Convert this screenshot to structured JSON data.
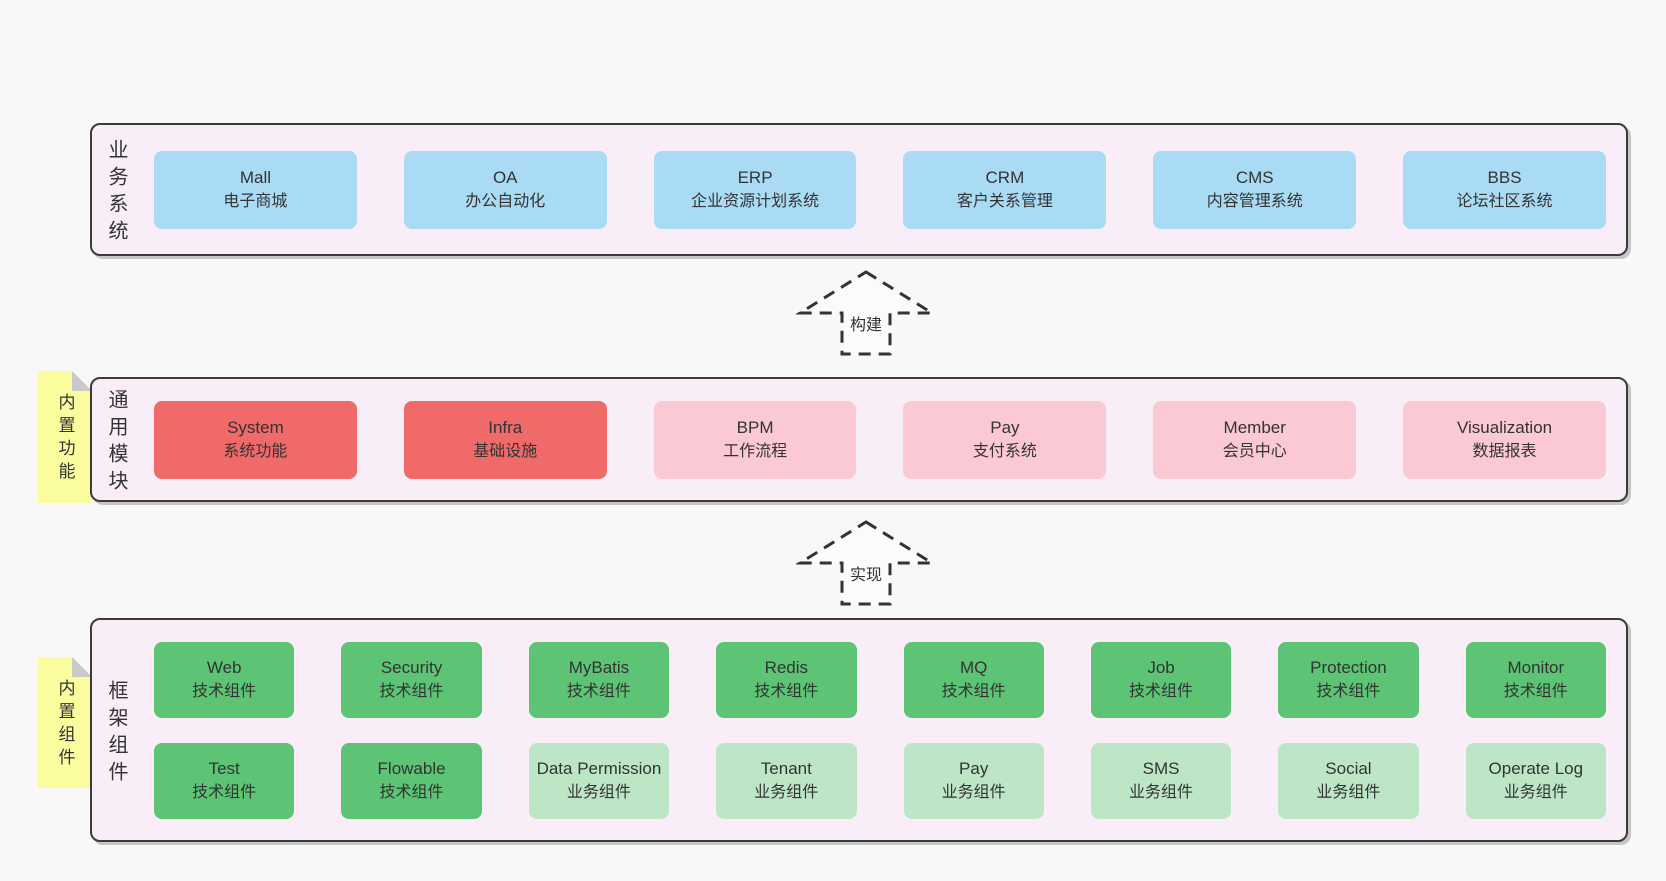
{
  "colors": {
    "page_bg": "#f8f8f8",
    "container_fill": "#f9eef7",
    "container_border": "#3b3b3b",
    "blue": "#a9dbf5",
    "red": "#f06a6a",
    "pink": "#fbc9d3",
    "green_dark": "#5cc474",
    "green_light": "#bce6c6",
    "note_yellow": "#fbfc9e",
    "fold_gray": "#c9c9c9",
    "text": "#333333"
  },
  "arrows": [
    {
      "label": "构建"
    },
    {
      "label": "实现"
    }
  ],
  "layers": [
    {
      "label": "业务系统",
      "boxes": [
        {
          "name": "Mall",
          "desc": "电子商城",
          "type": "blue"
        },
        {
          "name": "OA",
          "desc": "办公自动化",
          "type": "blue"
        },
        {
          "name": "ERP",
          "desc": "企业资源计划系统",
          "type": "blue"
        },
        {
          "name": "CRM",
          "desc": "客户关系管理",
          "type": "blue"
        },
        {
          "name": "CMS",
          "desc": "内容管理系统",
          "type": "blue"
        },
        {
          "name": "BBS",
          "desc": "论坛社区系统",
          "type": "blue"
        }
      ]
    },
    {
      "label": "通用模块",
      "note": "内置功能",
      "boxes": [
        {
          "name": "System",
          "desc": "系统功能",
          "type": "red"
        },
        {
          "name": "Infra",
          "desc": "基础设施",
          "type": "red"
        },
        {
          "name": "BPM",
          "desc": "工作流程",
          "type": "pink"
        },
        {
          "name": "Pay",
          "desc": "支付系统",
          "type": "pink"
        },
        {
          "name": "Member",
          "desc": "会员中心",
          "type": "pink"
        },
        {
          "name": "Visualization",
          "desc": "数据报表",
          "type": "pink"
        }
      ]
    },
    {
      "label": "框架组件",
      "note": "内置组件",
      "rows": [
        [
          {
            "name": "Web",
            "desc": "技术组件",
            "type": "green_dark"
          },
          {
            "name": "Security",
            "desc": "技术组件",
            "type": "green_dark"
          },
          {
            "name": "MyBatis",
            "desc": "技术组件",
            "type": "green_dark"
          },
          {
            "name": "Redis",
            "desc": "技术组件",
            "type": "green_dark"
          },
          {
            "name": "MQ",
            "desc": "技术组件",
            "type": "green_dark"
          },
          {
            "name": "Job",
            "desc": "技术组件",
            "type": "green_dark"
          },
          {
            "name": "Protection",
            "desc": "技术组件",
            "type": "green_dark"
          },
          {
            "name": "Monitor",
            "desc": "技术组件",
            "type": "green_dark"
          }
        ],
        [
          {
            "name": "Test",
            "desc": "技术组件",
            "type": "green_dark"
          },
          {
            "name": "Flowable",
            "desc": "技术组件",
            "type": "green_dark"
          },
          {
            "name": "Data Permission",
            "desc": "业务组件",
            "type": "green_light"
          },
          {
            "name": "Tenant",
            "desc": "业务组件",
            "type": "green_light"
          },
          {
            "name": "Pay",
            "desc": "业务组件",
            "type": "green_light"
          },
          {
            "name": "SMS",
            "desc": "业务组件",
            "type": "green_light"
          },
          {
            "name": "Social",
            "desc": "业务组件",
            "type": "green_light"
          },
          {
            "name": "Operate Log",
            "desc": "业务组件",
            "type": "green_light"
          }
        ]
      ]
    }
  ]
}
